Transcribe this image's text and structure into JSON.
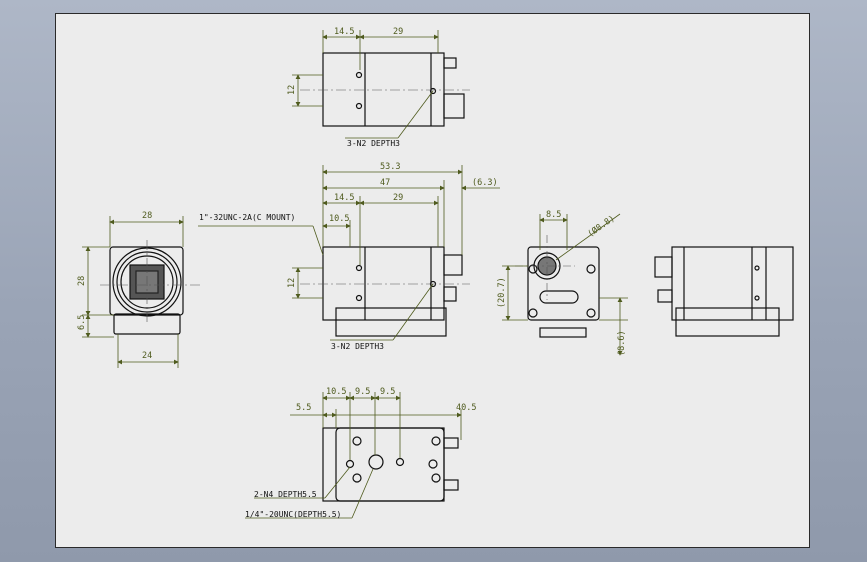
{
  "top_view": {
    "dims": {
      "d1": "14.5",
      "d2": "29",
      "d3": "12"
    },
    "callout": "3-N2 DEPTH3"
  },
  "front_view": {
    "dims": {
      "width": "28",
      "height": "28",
      "base_height": "6.5",
      "base_width": "24"
    }
  },
  "side_view": {
    "dims": {
      "overall": "53.3",
      "body": "47",
      "connector": "(6.3)",
      "d1": "14.5",
      "d2": "10.5",
      "d3": "29",
      "d4": "12"
    },
    "mount_callout": "1\"-32UNC-2A(C MOUNT)",
    "callout": "3-N2 DEPTH3"
  },
  "rear_view": {
    "dims": {
      "top": "8.5",
      "dia": "(Ø8.8)",
      "height": "(20.7)",
      "base": "(8.6)"
    }
  },
  "bottom_view": {
    "dims": {
      "d1": "10.5",
      "d2": "9.5",
      "d3": "9.5",
      "left": "5.5",
      "right": "40.5"
    },
    "callout1": "2-N4 DEPTH5.5",
    "callout2": "1/4\"-20UNC(DEPTH5.5)"
  },
  "colors": {
    "dimension": "#4f5b1e",
    "outline": "#111111",
    "sheet": "#ececec",
    "background": "#9aa4b6"
  }
}
